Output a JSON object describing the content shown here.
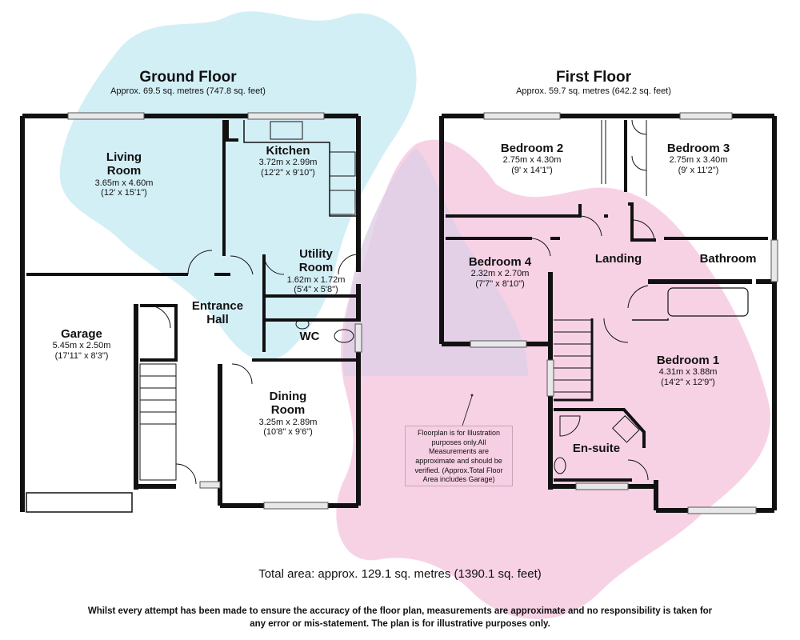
{
  "ground_floor": {
    "title": "Ground Floor",
    "area": "Approx. 69.5 sq. metres (747.8 sq. feet)",
    "rooms": {
      "living_room": {
        "name": "Living Room",
        "metric": "3.65m x 4.60m",
        "imperial": "(12' x 15'1\")"
      },
      "kitchen": {
        "name": "Kitchen",
        "metric": "3.72m x 2.99m",
        "imperial": "(12'2\" x 9'10\")"
      },
      "utility_room": {
        "name": "Utility Room",
        "metric": "1.62m x 1.72m",
        "imperial": "(5'4\" x 5'8\")"
      },
      "entrance_hall": {
        "name": "Entrance Hall"
      },
      "wc": {
        "name": "WC"
      },
      "garage": {
        "name": "Garage",
        "metric": "5.45m x 2.50m",
        "imperial": "(17'11\" x 8'3\")"
      },
      "dining_room": {
        "name": "Dining Room",
        "metric": "3.25m x 2.89m",
        "imperial": "(10'8\" x 9'6\")"
      }
    }
  },
  "first_floor": {
    "title": "First Floor",
    "area": "Approx. 59.7 sq. metres (642.2 sq. feet)",
    "rooms": {
      "bedroom_2": {
        "name": "Bedroom 2",
        "metric": "2.75m x 4.30m",
        "imperial": "(9' x 14'1\")"
      },
      "bedroom_3": {
        "name": "Bedroom 3",
        "metric": "2.75m x 3.40m",
        "imperial": "(9' x 11'2\")"
      },
      "bedroom_4": {
        "name": "Bedroom 4",
        "metric": "2.32m x 2.70m",
        "imperial": "(7'7\" x 8'10\")"
      },
      "landing": {
        "name": "Landing"
      },
      "bathroom": {
        "name": "Bathroom"
      },
      "bedroom_1": {
        "name": "Bedroom 1",
        "metric": "4.31m x 3.88m",
        "imperial": "(14'2\" x 12'9\")"
      },
      "en_suite": {
        "name": "En-suite"
      }
    }
  },
  "note": "Floorplan is for Illustration purposes only.All Measurements are approximate and should be verified. (Approx.Total Floor Area includes Garage)",
  "total_area": "Total area: approx. 129.1 sq. metres (1390.1 sq. feet)",
  "disclaimer": "Whilst every attempt has been made to ensure the accuracy of the floor plan, measurements are approximate and no responsibility is taken for any error or mis-statement. The plan is for illustrative purposes only.",
  "colors": {
    "wall": "#111111",
    "blue_shape": "#d3eff6",
    "pink_shape": "#f6cde2",
    "window": "#e8e8e8"
  }
}
